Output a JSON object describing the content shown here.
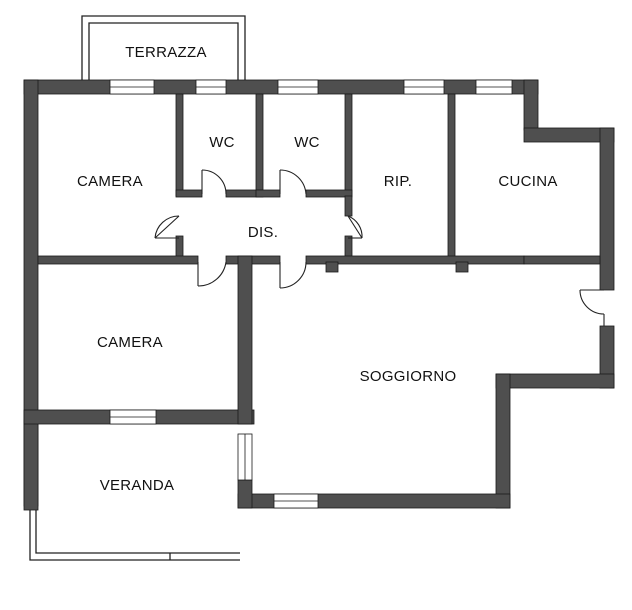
{
  "colors": {
    "wall": "#4f4f4f",
    "wall_outline": "#1a1a1a",
    "background": "#ffffff",
    "thin_line": "#222222"
  },
  "rooms": {
    "terrazza": "TERRAZZA",
    "camera_top": "CAMERA",
    "wc_left": "WC",
    "wc_right": "WC",
    "rip": "RIP.",
    "cucina": "CUCINA",
    "dis": "DIS.",
    "camera_mid": "CAMERA",
    "soggiorno": "SOGGIORNO",
    "veranda": "VERANDA"
  }
}
